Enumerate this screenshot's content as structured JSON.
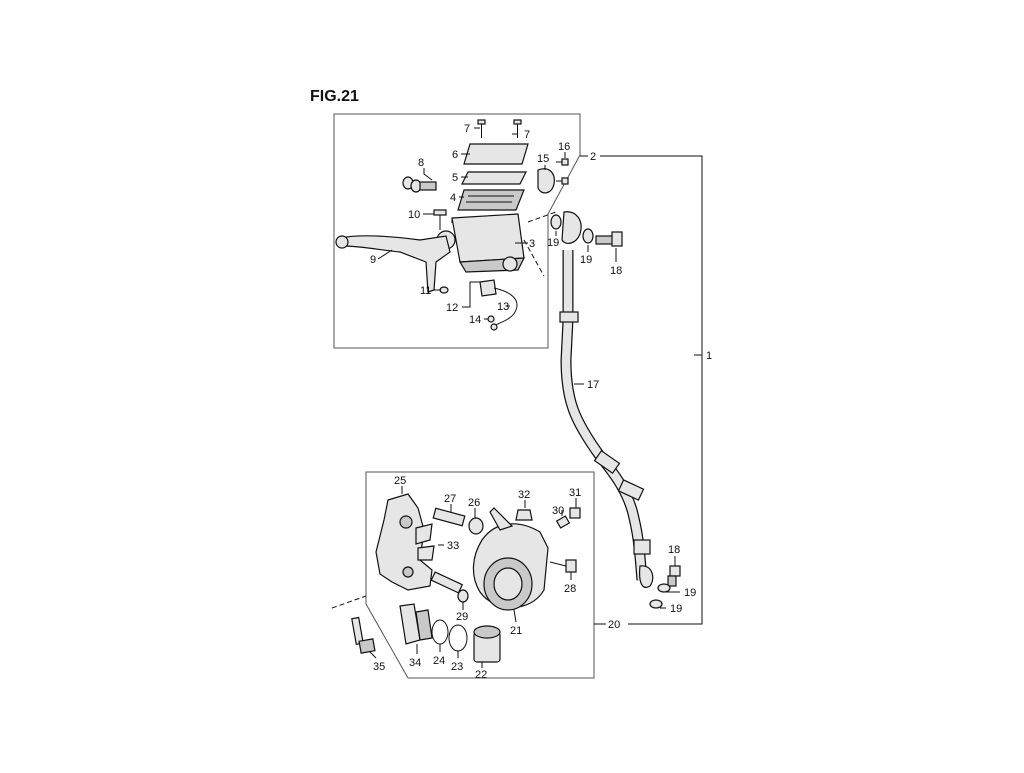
{
  "figure": {
    "title": "FIG.21"
  },
  "callouts": {
    "p1": "1",
    "p2": "2",
    "p3": "3",
    "p4": "4",
    "p5": "5",
    "p6": "6",
    "p7a": "7",
    "p7b": "7",
    "p8": "8",
    "p9": "9",
    "p10": "10",
    "p11": "11",
    "p12": "12",
    "p13": "13",
    "p14": "14",
    "p15": "15",
    "p16": "16",
    "p17": "17",
    "p18a": "18",
    "p18b": "18",
    "p19a": "19",
    "p19b": "19",
    "p19c": "19",
    "p19d": "19",
    "p20": "20",
    "p21": "21",
    "p22": "22",
    "p23": "23",
    "p24": "24",
    "p25": "25",
    "p26": "26",
    "p27": "27",
    "p28": "28",
    "p29": "29",
    "p30": "30",
    "p31": "31",
    "p32": "32",
    "p33": "33",
    "p34": "34",
    "p35": "35"
  }
}
